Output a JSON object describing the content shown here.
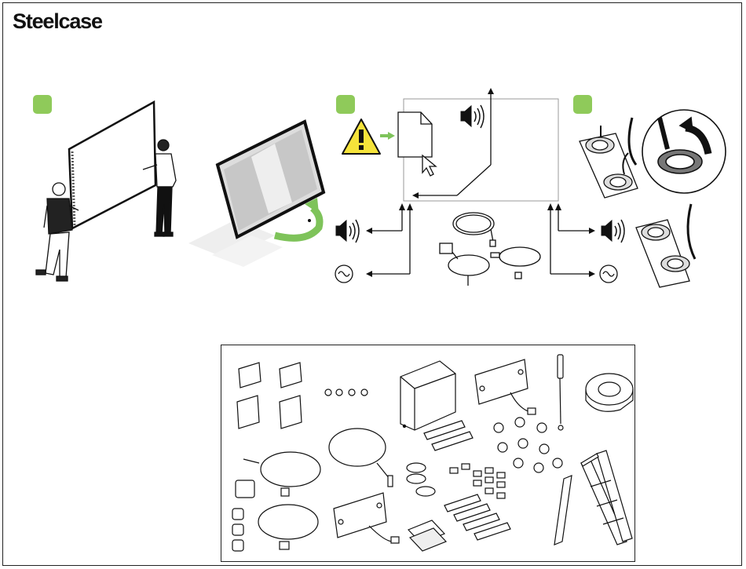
{
  "header": {
    "brand": "Steelcase"
  },
  "steps": [
    {
      "id": 1,
      "color": "#8fca5a"
    },
    {
      "id": 2,
      "color": "#8fca5a"
    },
    {
      "id": 3,
      "color": "#8fca5a"
    }
  ],
  "colors": {
    "accent": "#8fca5a",
    "warning": "#f5e33a",
    "line": "#222222"
  },
  "icons": [
    "warning-icon",
    "speaker-icon",
    "ac-power-icon",
    "document-icon",
    "cursor-icon"
  ]
}
